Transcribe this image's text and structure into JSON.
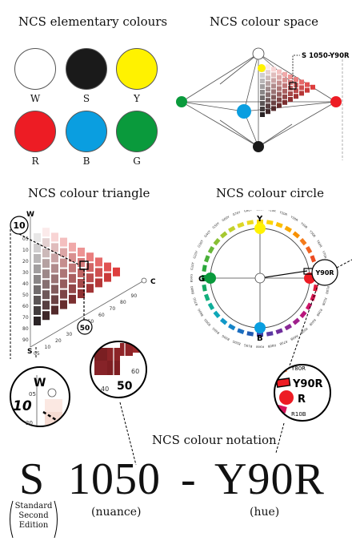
{
  "headings": {
    "elementary": "NCS elementary colours",
    "space": "NCS colour space",
    "triangle": "NCS colour triangle",
    "circle": "NCS colour circle",
    "notation": "NCS colour notation"
  },
  "elementary_colours": [
    {
      "label": "W",
      "color": "#ffffff"
    },
    {
      "label": "S",
      "color": "#1a1a1a"
    },
    {
      "label": "Y",
      "color": "#fff200"
    },
    {
      "label": "R",
      "color": "#ed1c24"
    },
    {
      "label": "B",
      "color": "#0a9ee0"
    },
    {
      "label": "G",
      "color": "#0a9a3c"
    }
  ],
  "space_callout": "S 1050-Y90R",
  "triangle": {
    "w_label": "W",
    "s_label": "S",
    "c_label": "C",
    "marker_top": "10",
    "marker_bottom": "50",
    "left_scale": [
      "90",
      "80",
      "70",
      "60",
      "50",
      "40",
      "30",
      "20",
      "10",
      "05"
    ],
    "bottom_scale": [
      "05",
      "10",
      "20",
      "30",
      "40",
      "50",
      "60",
      "70",
      "80",
      "90"
    ]
  },
  "circle": {
    "y_label": "Y",
    "r_label": "R",
    "b_label": "B",
    "g_label": "G",
    "callout": "Y90R",
    "tick_labels": [
      "Y10R",
      "Y20R",
      "Y30R",
      "Y40R",
      "Y50R",
      "Y60R",
      "Y70R",
      "Y80R",
      "Y90R",
      "R10B",
      "R20B",
      "R30B",
      "R40B",
      "R50B",
      "R60B",
      "R70B",
      "R80B",
      "R90B",
      "B10G",
      "B20G",
      "B30G",
      "B40G",
      "B50G",
      "B60G",
      "B70G",
      "B80G",
      "B90G",
      "G10Y",
      "G20Y",
      "G30Y",
      "G40Y",
      "G50Y",
      "G60Y",
      "G70Y",
      "G80Y",
      "G90Y"
    ]
  },
  "zooms": {
    "left_w": "W",
    "left_10": "10",
    "left_05": "05",
    "left_20": "20",
    "mid_50": "50",
    "mid_40": "40",
    "mid_60": "60",
    "right_y80r": "Y80R",
    "right_y90r": "Y90R",
    "right_r": "R",
    "right_r10b": "R10B"
  },
  "notation": {
    "s": "S",
    "number": "1050",
    "dash": "-",
    "hue": "Y90R",
    "nuance_label": "(nuance)",
    "hue_label": "(hue)",
    "edition_line1": "Standard",
    "edition_line2": "Second",
    "edition_line3": "Edition"
  }
}
